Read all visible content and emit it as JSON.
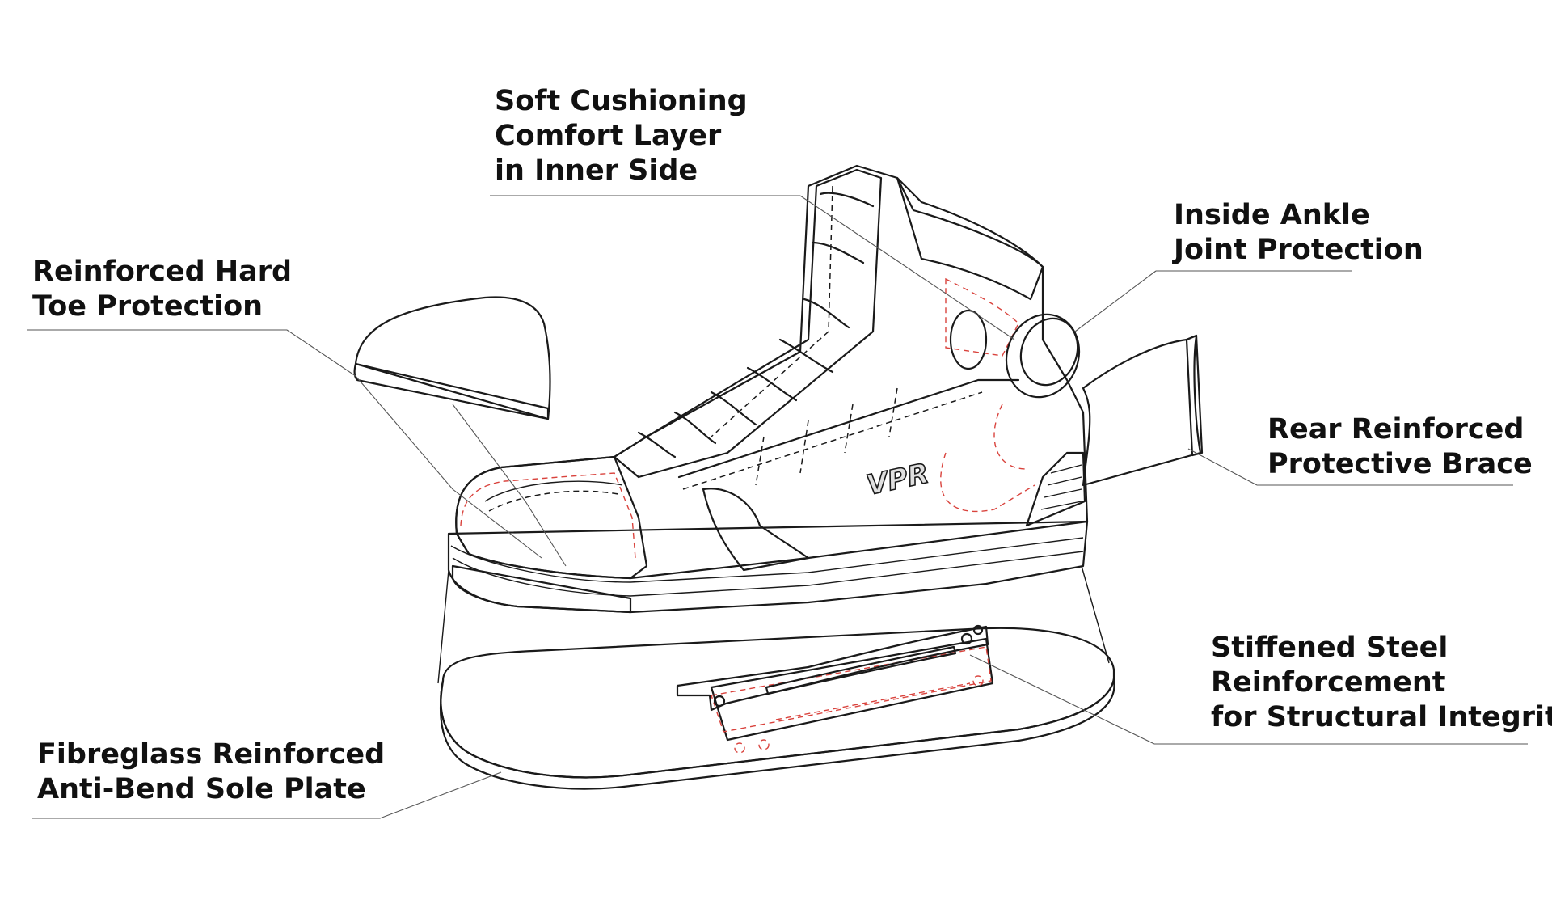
{
  "brand": "VPR",
  "colors": {
    "outline": "#1a1a1a",
    "light_fill": "#e8e8e8",
    "dark_fill": "#a6a6a6",
    "accent_stitch": "#d9433d",
    "leader": "#555555"
  },
  "labels": {
    "cushion": [
      "Soft Cushioning",
      "Comfort Layer",
      "in Inner Side"
    ],
    "ankle": [
      "Inside Ankle",
      "Joint Protection"
    ],
    "toe": [
      "Reinforced Hard",
      "Toe Protection"
    ],
    "rear": [
      "Rear Reinforced",
      "Protective Brace"
    ],
    "steel": [
      "Stiffened Steel",
      "Reinforcement",
      "for Structural Integrity"
    ],
    "sole": [
      "Fibreglass Reinforced",
      "Anti-Bend Sole Plate"
    ]
  }
}
